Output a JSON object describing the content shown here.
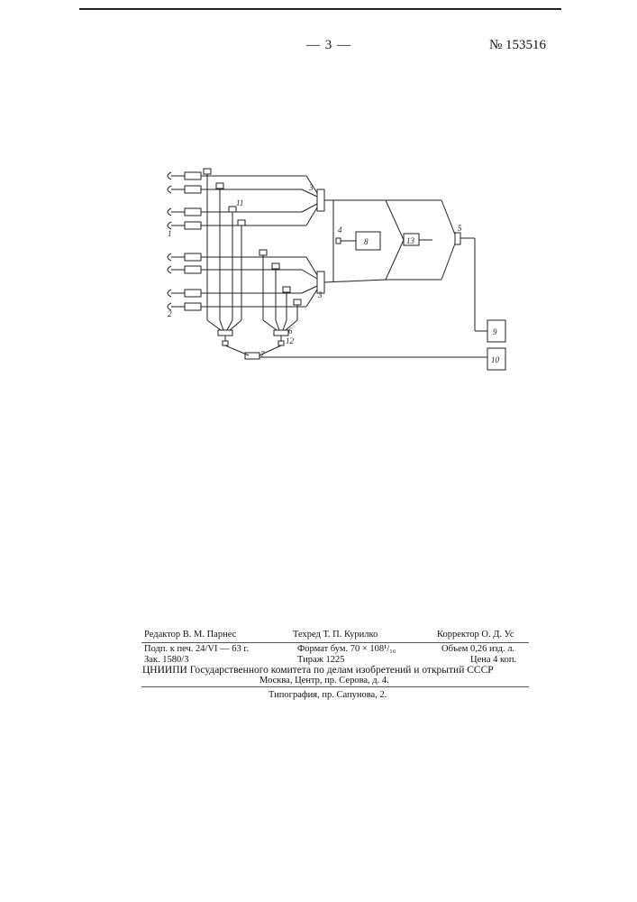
{
  "header": {
    "page_number": "— 3 —",
    "patent_number": "№ 153516"
  },
  "figure": {
    "labels": {
      "l1": "1",
      "l2": "2",
      "l3a": "3",
      "l3b": "3",
      "l4": "4",
      "l5": "5",
      "l6": "6",
      "l7": "7",
      "l8": "8",
      "l9": "9",
      "l10": "10",
      "l11": "11",
      "l12": "12",
      "l13": "13"
    }
  },
  "imprint": {
    "editor": "Редактор В. М. Парнес",
    "tech_editor": "Техред Т. П. Курилко",
    "corrector": "Корректор О. Д. Ус",
    "signed": "Подп. к печ. 24/VI — 63 г.",
    "format": "Формат бум. 70 × 108¹/₁₆",
    "volume": "Объем 0,26 изд. л.",
    "order": "Зак. 1580/3",
    "circulation": "Тираж 1225",
    "price": "Цена 4 коп.",
    "publisher_line1": "ЦНИИПИ Государственного комитета по делам изобретений и открытий СССР",
    "publisher_line2": "Москва, Центр, пр. Серова, д. 4.",
    "printer": "Типография, пр. Сапунова, 2."
  }
}
